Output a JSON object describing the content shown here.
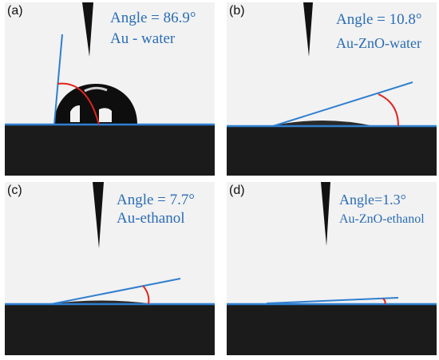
{
  "colors": {
    "annotation": "#2a6db5",
    "contact_line": "#2f7fd0",
    "angle_arc": "#e0231f",
    "substrate": "#1b1b1b",
    "background": "#f2f2f2"
  },
  "panels": [
    {
      "id": "a",
      "tag": "(a)",
      "angle_text": "Angle = 86.9°",
      "sample_text": "Au - water",
      "angle_deg": 86.9
    },
    {
      "id": "b",
      "tag": "(b)",
      "angle_text": "Angle = 10.8°",
      "sample_text": "Au-ZnO-water",
      "angle_deg": 10.8
    },
    {
      "id": "c",
      "tag": "(c)",
      "angle_text": "Angle = 7.7°",
      "sample_text": "Au-ethanol",
      "angle_deg": 7.7
    },
    {
      "id": "d",
      "tag": "(d)",
      "angle_text": "Angle=1.3°",
      "sample_text": "Au-ZnO-ethanol",
      "angle_deg": 1.3
    }
  ]
}
